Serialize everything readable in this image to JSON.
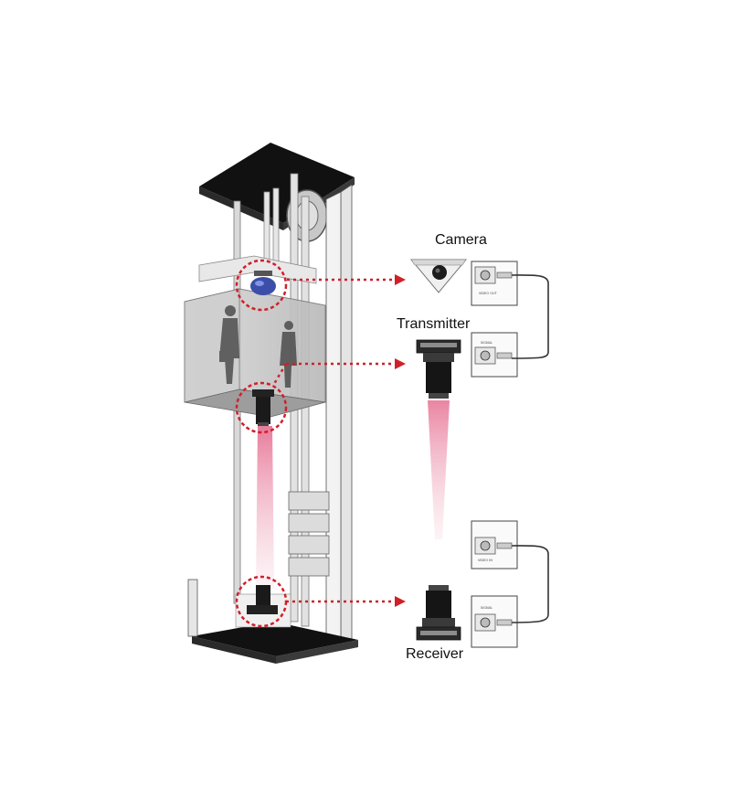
{
  "labels": {
    "camera": "Camera",
    "transmitter": "Transmitter",
    "receiver": "Receiver"
  },
  "connector_tags": {
    "camera_out": "VIDEO OUT",
    "transmitter_in": "SIGNAL",
    "receiver_out": "VIDEO IN",
    "monitor_in": "SIGNAL"
  },
  "colors": {
    "callout": "#d0202a",
    "beam": "#e87a9a",
    "frame": "#111111",
    "glass": "#c9c9c9"
  },
  "icons": [
    "dome-camera-icon",
    "transmitter-icon",
    "receiver-icon",
    "connector-panel-icon"
  ]
}
